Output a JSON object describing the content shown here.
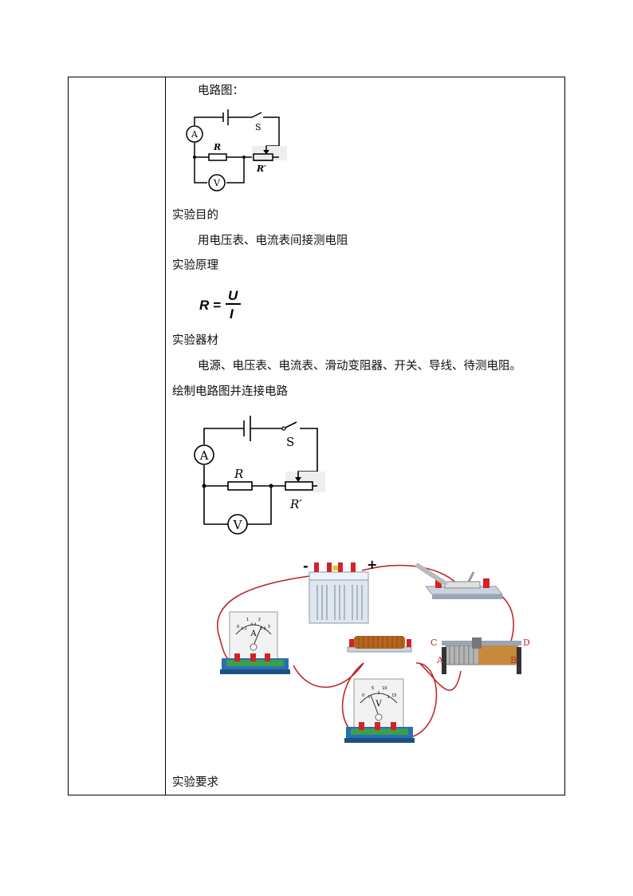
{
  "sections": {
    "circuit_diagram_label": "电路图：",
    "purpose_heading": "实验目的",
    "purpose_text": "用电压表、电流表间接测电阻",
    "principle_heading": "实验原理",
    "equipment_heading": "实验器材",
    "equipment_text": "电源、电压表、电流表、滑动变阻器、开关、导线、待测电阻。",
    "draw_connect_heading": "绘制电路图并连接电路",
    "requirements_heading": "实验要求"
  },
  "formula": {
    "lhs": "R =",
    "numerator": "U",
    "denominator": "I"
  },
  "circuit_labels": {
    "ammeter": "A",
    "voltmeter": "V",
    "switch": "S",
    "resistor": "R",
    "rheostat": "R′"
  },
  "apparatus_labels": {
    "battery_negative": "-",
    "battery_positive": "+",
    "ammeter_face": "A",
    "voltmeter_face": "V",
    "rheostat_c": "C",
    "rheostat_d": "D",
    "rheostat_a": "A",
    "rheostat_b": "B",
    "ammeter_scale": [
      "0",
      "1",
      "2",
      "3",
      "0.2",
      "0.4",
      "0.6"
    ],
    "voltmeter_scale": [
      "0",
      "5",
      "10",
      "15",
      "1",
      "2",
      "3"
    ]
  },
  "colors": {
    "wire": "#c0282d",
    "meter_base_blue": "#2a6fb5",
    "meter_base_green": "#3aa04a",
    "coil_copper": "#b5651d",
    "terminal_red": "#d2232a"
  }
}
